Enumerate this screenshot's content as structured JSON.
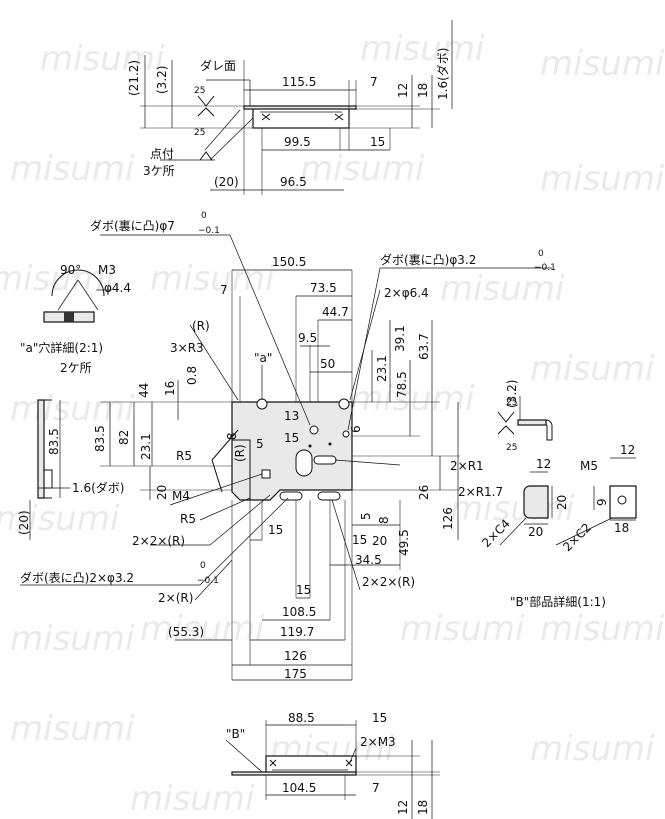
{
  "watermark": "misumi",
  "top_view": {
    "dims": [
      "(21.2)",
      "(3.2)",
      "ダレ面",
      "115.5",
      "7",
      "12",
      "18",
      "1.6(ダボ)",
      "99.5",
      "15",
      "96.5",
      "(20)"
    ],
    "roughness": [
      "25",
      "25"
    ],
    "weld_label_1": "点付",
    "weld_label_2": "3ケ所"
  },
  "hole_detail": {
    "angle": "90°",
    "thread": "M3",
    "dia": "φ4.4",
    "title": "\"a\"穴詳細(2:1)",
    "count": "2ケ所"
  },
  "main_view": {
    "callout_top_left": "ダボ(裏に凸)φ7",
    "callout_top_left_tol_hi": "0",
    "callout_top_left_tol_lo": "−0.1",
    "callout_top_right": "ダボ(裏に凸)φ3.2",
    "callout_top_right_tol_hi": "0",
    "callout_top_right_tol_lo": "−0.1",
    "dims_top": [
      "150.5",
      "7",
      "73.5",
      "2×φ6.4",
      "44.7",
      "9.5",
      "50",
      "39.1",
      "63.7",
      "23.1",
      "78.5"
    ],
    "dims_left": [
      "(R)",
      "3×R3",
      "0.8",
      "44",
      "16",
      "83.5",
      "82",
      "23.1",
      "R5",
      "8",
      "(R)",
      "5",
      "20",
      "M4",
      "R5",
      "13",
      "15",
      "\"a\""
    ],
    "side_dims": [
      "83.5",
      "1.6(ダボ)",
      "(20)"
    ],
    "dims_right": [
      "2×R1",
      "26",
      "126",
      "5",
      "8",
      "20",
      "49.5",
      "34.5",
      "15",
      "6"
    ],
    "dims_bottom": [
      "15",
      "2×2×(R)",
      "ダボ(表に凸)2×φ3.2",
      "2×(R)",
      "15",
      "108.5",
      "(55.3)",
      "119.7",
      "126",
      "175",
      "2×2×(R)"
    ],
    "callout_bottom_tol_hi": "0",
    "callout_bottom_tol_lo": "−0.1"
  },
  "detail_b": {
    "dims": [
      "(3.2)",
      "25",
      "25",
      "12",
      "12",
      "M5",
      "2×R1.7",
      "20",
      "9",
      "20",
      "18",
      "2×C4",
      "2×C2"
    ],
    "title": "\"B\"部品詳細(1:1)"
  },
  "bottom_view": {
    "dims": [
      "88.5",
      "15",
      "\"B\"",
      "2×M3",
      "104.5",
      "7",
      "12",
      "18"
    ]
  }
}
